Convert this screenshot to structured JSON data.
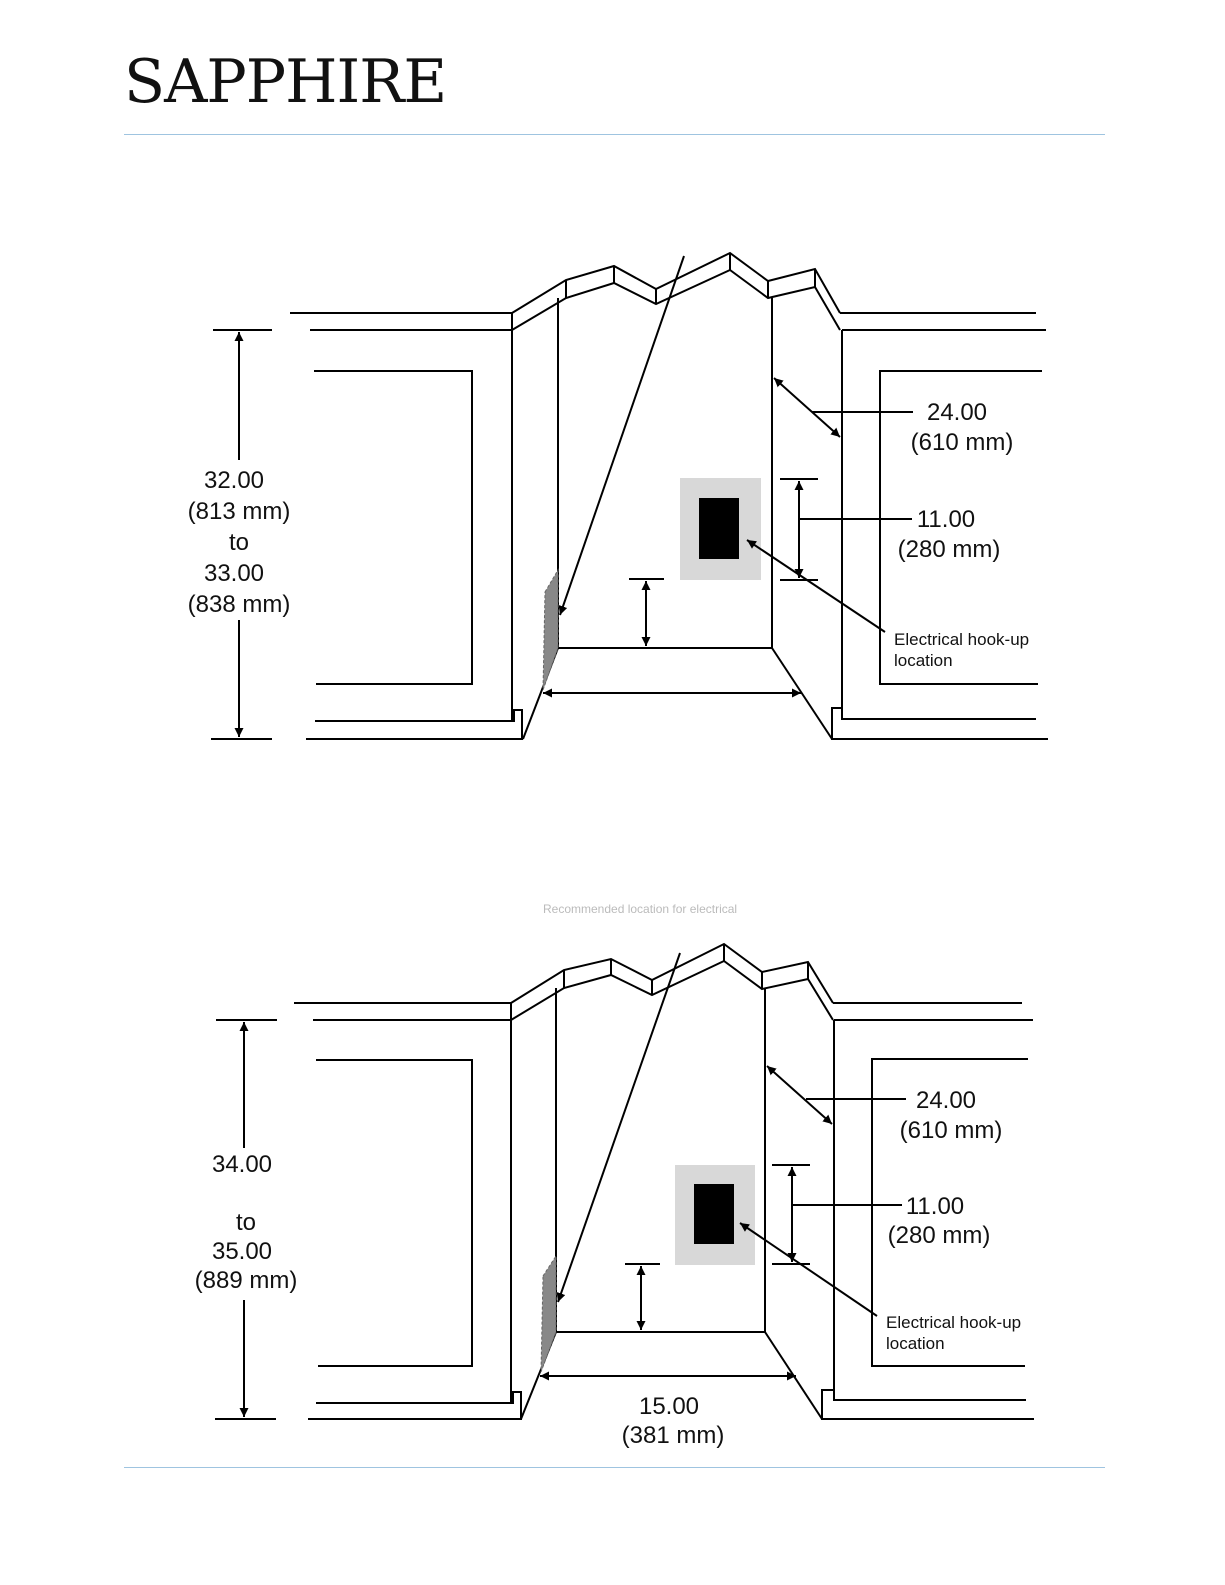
{
  "brand": {
    "name": "SAPPHIRE"
  },
  "diagram_top": {
    "height_range": [
      "32.00",
      "(813 mm)",
      "to",
      "33.00",
      "(838 mm)"
    ],
    "depth": [
      "24.00",
      "(610 mm)"
    ],
    "outlet_height": [
      "11.00",
      "(280 mm)"
    ],
    "callout": [
      "Electrical hook-up",
      "location"
    ]
  },
  "diagram_bottom": {
    "faint_caption": "Recommended location for electrical",
    "height_range": [
      "34.00",
      "to",
      "35.00",
      "(889 mm)"
    ],
    "depth": [
      "24.00",
      "(610 mm)"
    ],
    "outlet_height": [
      "11.00",
      "(280 mm)"
    ],
    "width": [
      "15.00",
      "(381 mm)"
    ],
    "callout": [
      "Electrical hook-up",
      "location"
    ]
  },
  "colors": {
    "rule": "#9fc4e0",
    "outlet_plate": "#d8d8d8",
    "outlet": "#000000",
    "hatch": "#888888"
  }
}
